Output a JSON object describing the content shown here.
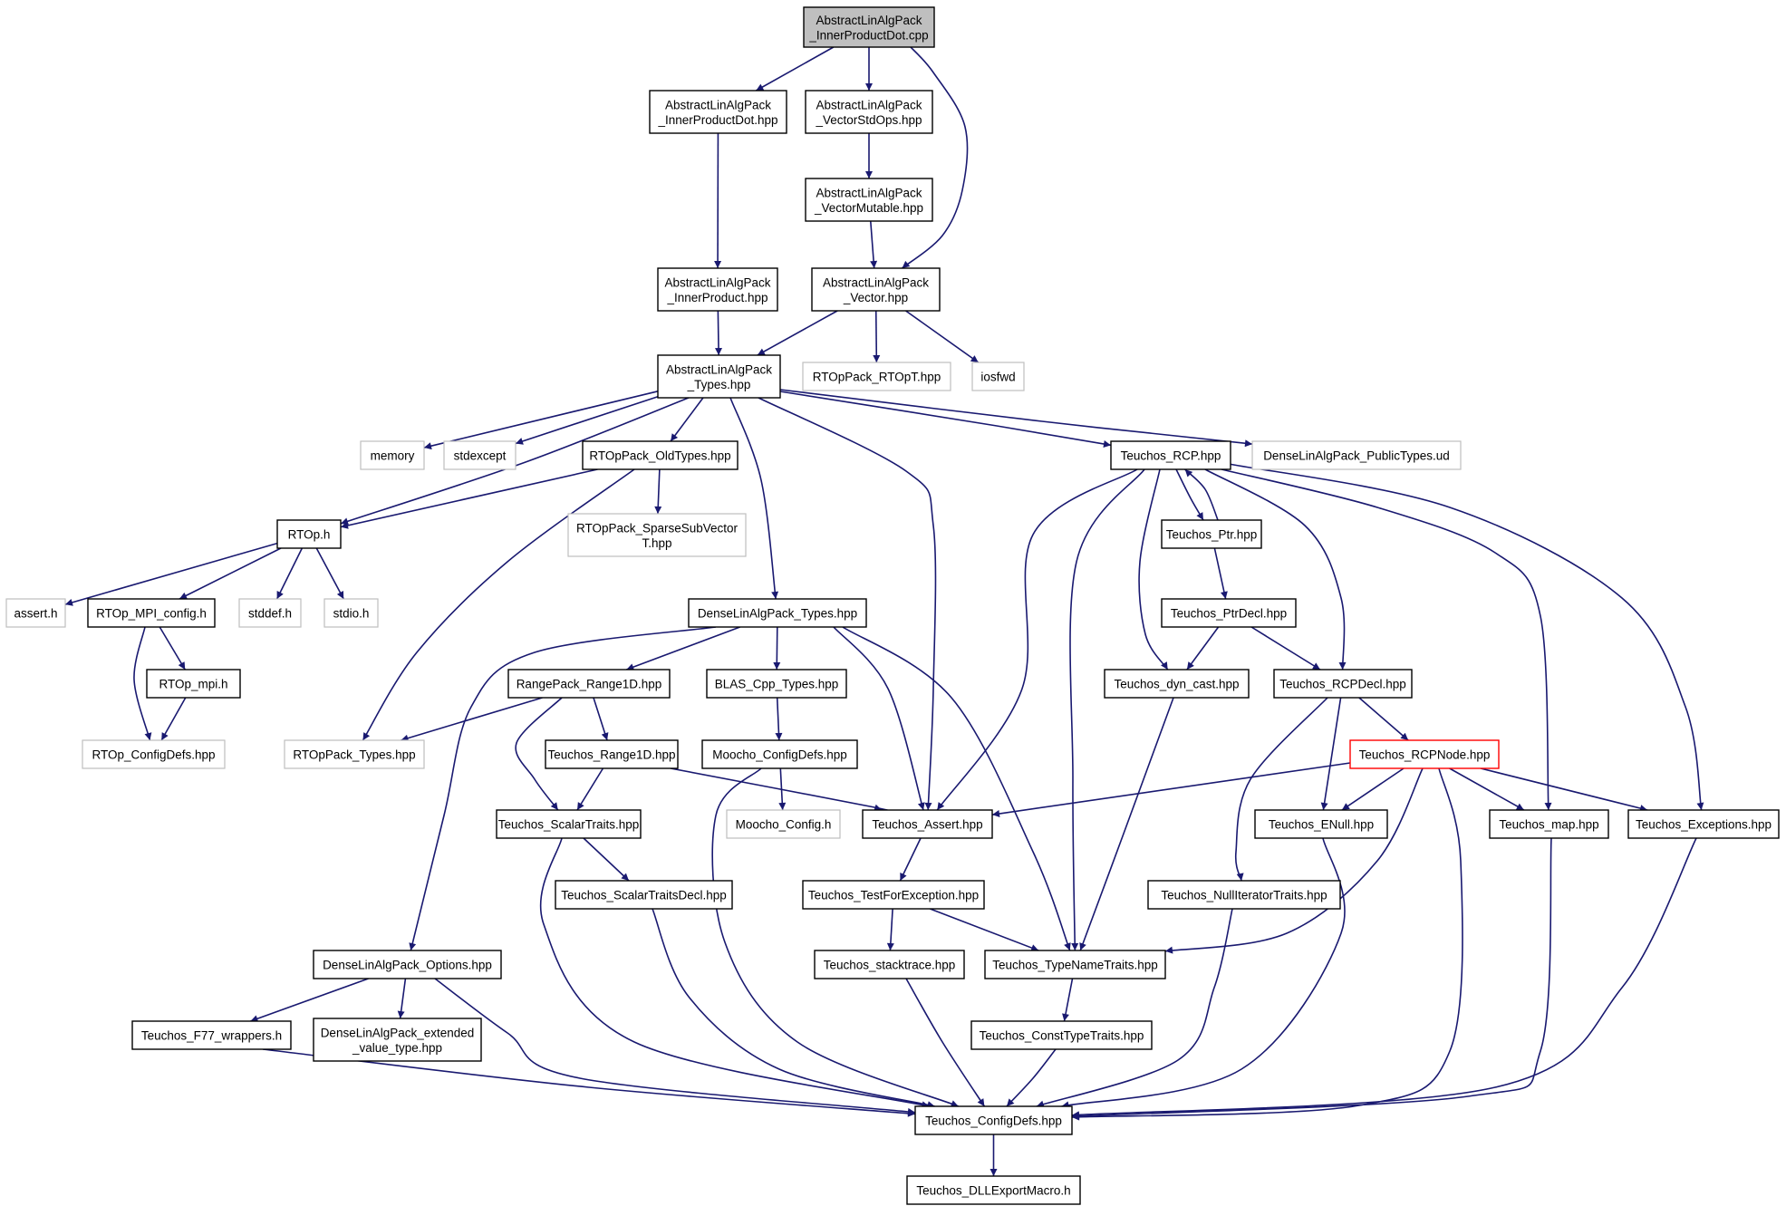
{
  "colors": {
    "edge": "#191970",
    "root_fill": "#bfbfbf",
    "file_border": "#000000",
    "external_border": "#bfbfbf",
    "truncated_border": "#ff0000",
    "text": "#000000"
  },
  "nodes": [
    {
      "id": "root",
      "lines": [
        "AbstractLinAlgPack",
        "_InnerProductDot.cpp"
      ],
      "kind": "root"
    },
    {
      "id": "ipdot_hpp",
      "lines": [
        "AbstractLinAlgPack",
        "_InnerProductDot.hpp"
      ],
      "kind": "file"
    },
    {
      "id": "vstdops",
      "lines": [
        "AbstractLinAlgPack",
        "_VectorStdOps.hpp"
      ],
      "kind": "file"
    },
    {
      "id": "vmutable",
      "lines": [
        "AbstractLinAlgPack",
        "_VectorMutable.hpp"
      ],
      "kind": "file"
    },
    {
      "id": "innerproduct",
      "lines": [
        "AbstractLinAlgPack",
        "_InnerProduct.hpp"
      ],
      "kind": "file"
    },
    {
      "id": "vector",
      "lines": [
        "AbstractLinAlgPack",
        "_Vector.hpp"
      ],
      "kind": "file"
    },
    {
      "id": "types",
      "lines": [
        "AbstractLinAlgPack",
        "_Types.hpp"
      ],
      "kind": "file"
    },
    {
      "id": "rtopt",
      "lines": [
        "RTOpPack_RTOpT.hpp"
      ],
      "kind": "external"
    },
    {
      "id": "iosfwd",
      "lines": [
        "iosfwd"
      ],
      "kind": "external"
    },
    {
      "id": "memory",
      "lines": [
        "memory"
      ],
      "kind": "external"
    },
    {
      "id": "stdexcept",
      "lines": [
        "stdexcept"
      ],
      "kind": "external"
    },
    {
      "id": "oldtypes",
      "lines": [
        "RTOpPack_OldTypes.hpp"
      ],
      "kind": "file"
    },
    {
      "id": "rcp",
      "lines": [
        "Teuchos_RCP.hpp"
      ],
      "kind": "file"
    },
    {
      "id": "dlap_pub",
      "lines": [
        "DenseLinAlgPack_PublicTypes.ud"
      ],
      "kind": "external"
    },
    {
      "id": "rtoph",
      "lines": [
        "RTOp.h"
      ],
      "kind": "file"
    },
    {
      "id": "sparsesub",
      "lines": [
        "RTOpPack_SparseSubVector",
        "T.hpp"
      ],
      "kind": "external"
    },
    {
      "id": "ptr",
      "lines": [
        "Teuchos_Ptr.hpp"
      ],
      "kind": "file"
    },
    {
      "id": "asserth",
      "lines": [
        "assert.h"
      ],
      "kind": "external"
    },
    {
      "id": "mpiconfig",
      "lines": [
        "RTOp_MPI_config.h"
      ],
      "kind": "file"
    },
    {
      "id": "stddef",
      "lines": [
        "stddef.h"
      ],
      "kind": "external"
    },
    {
      "id": "stdio",
      "lines": [
        "stdio.h"
      ],
      "kind": "external"
    },
    {
      "id": "dlap_types",
      "lines": [
        "DenseLinAlgPack_Types.hpp"
      ],
      "kind": "file"
    },
    {
      "id": "ptrdecl",
      "lines": [
        "Teuchos_PtrDecl.hpp"
      ],
      "kind": "file"
    },
    {
      "id": "rtopmpi",
      "lines": [
        "RTOp_mpi.h"
      ],
      "kind": "file"
    },
    {
      "id": "range1d_rp",
      "lines": [
        "RangePack_Range1D.hpp"
      ],
      "kind": "file"
    },
    {
      "id": "blas",
      "lines": [
        "BLAS_Cpp_Types.hpp"
      ],
      "kind": "file"
    },
    {
      "id": "dyncast",
      "lines": [
        "Teuchos_dyn_cast.hpp"
      ],
      "kind": "file"
    },
    {
      "id": "rcpdecl",
      "lines": [
        "Teuchos_RCPDecl.hpp"
      ],
      "kind": "file"
    },
    {
      "id": "rtopconfig",
      "lines": [
        "RTOp_ConfigDefs.hpp"
      ],
      "kind": "external"
    },
    {
      "id": "rtoppack_types",
      "lines": [
        "RTOpPack_Types.hpp"
      ],
      "kind": "external"
    },
    {
      "id": "t_range1d",
      "lines": [
        "Teuchos_Range1D.hpp"
      ],
      "kind": "file"
    },
    {
      "id": "moocho_cfg",
      "lines": [
        "Moocho_ConfigDefs.hpp"
      ],
      "kind": "file"
    },
    {
      "id": "rcpnode",
      "lines": [
        "Teuchos_RCPNode.hpp"
      ],
      "kind": "truncated"
    },
    {
      "id": "scalar",
      "lines": [
        "Teuchos_ScalarTraits.hpp"
      ],
      "kind": "file"
    },
    {
      "id": "moocho_config_h",
      "lines": [
        "Moocho_Config.h"
      ],
      "kind": "external"
    },
    {
      "id": "assert",
      "lines": [
        "Teuchos_Assert.hpp"
      ],
      "kind": "file"
    },
    {
      "id": "enull",
      "lines": [
        "Teuchos_ENull.hpp"
      ],
      "kind": "file"
    },
    {
      "id": "tmap",
      "lines": [
        "Teuchos_map.hpp"
      ],
      "kind": "file"
    },
    {
      "id": "exceptions",
      "lines": [
        "Teuchos_Exceptions.hpp"
      ],
      "kind": "file"
    },
    {
      "id": "scalardecl",
      "lines": [
        "Teuchos_ScalarTraitsDecl.hpp"
      ],
      "kind": "file"
    },
    {
      "id": "testforexc",
      "lines": [
        "Teuchos_TestForException.hpp"
      ],
      "kind": "file"
    },
    {
      "id": "nulliter",
      "lines": [
        "Teuchos_NullIteratorTraits.hpp"
      ],
      "kind": "file"
    },
    {
      "id": "dlap_opts",
      "lines": [
        "DenseLinAlgPack_Options.hpp"
      ],
      "kind": "file"
    },
    {
      "id": "stacktrace",
      "lines": [
        "Teuchos_stacktrace.hpp"
      ],
      "kind": "file"
    },
    {
      "id": "typename",
      "lines": [
        "Teuchos_TypeNameTraits.hpp"
      ],
      "kind": "file"
    },
    {
      "id": "f77",
      "lines": [
        "Teuchos_F77_wrappers.h"
      ],
      "kind": "file"
    },
    {
      "id": "extended",
      "lines": [
        "DenseLinAlgPack_extended",
        "_value_type.hpp"
      ],
      "kind": "file"
    },
    {
      "id": "consttype",
      "lines": [
        "Teuchos_ConstTypeTraits.hpp"
      ],
      "kind": "file"
    },
    {
      "id": "configdefs",
      "lines": [
        "Teuchos_ConfigDefs.hpp"
      ],
      "kind": "file"
    },
    {
      "id": "dllexport",
      "lines": [
        "Teuchos_DLLExportMacro.h"
      ],
      "kind": "file"
    }
  ],
  "edges": [
    [
      "root",
      "ipdot_hpp"
    ],
    [
      "root",
      "vstdops"
    ],
    [
      "root",
      "vector"
    ],
    [
      "ipdot_hpp",
      "innerproduct"
    ],
    [
      "vstdops",
      "vmutable"
    ],
    [
      "vmutable",
      "vector"
    ],
    [
      "innerproduct",
      "types"
    ],
    [
      "vector",
      "types"
    ],
    [
      "vector",
      "rtopt"
    ],
    [
      "vector",
      "iosfwd"
    ],
    [
      "types",
      "memory"
    ],
    [
      "types",
      "stdexcept"
    ],
    [
      "types",
      "oldtypes"
    ],
    [
      "types",
      "rtoph"
    ],
    [
      "types",
      "dlap_types"
    ],
    [
      "types",
      "assert"
    ],
    [
      "types",
      "rcp"
    ],
    [
      "types",
      "dlap_pub"
    ],
    [
      "oldtypes",
      "rtoph"
    ],
    [
      "oldtypes",
      "sparsesub"
    ],
    [
      "oldtypes",
      "rtoppack_types"
    ],
    [
      "rtoph",
      "asserth"
    ],
    [
      "rtoph",
      "mpiconfig"
    ],
    [
      "rtoph",
      "stddef"
    ],
    [
      "rtoph",
      "stdio"
    ],
    [
      "mpiconfig",
      "rtopmpi"
    ],
    [
      "mpiconfig",
      "rtopconfig"
    ],
    [
      "rtopmpi",
      "rtopconfig"
    ],
    [
      "rcp",
      "ptr"
    ],
    [
      "ptr",
      "rcp"
    ],
    [
      "rcp",
      "assert"
    ],
    [
      "rcp",
      "typename"
    ],
    [
      "rcp",
      "dyncast"
    ],
    [
      "rcp",
      "rcpdecl"
    ],
    [
      "rcp",
      "tmap"
    ],
    [
      "rcp",
      "exceptions"
    ],
    [
      "ptr",
      "ptrdecl"
    ],
    [
      "ptrdecl",
      "dyncast"
    ],
    [
      "ptrdecl",
      "rcpdecl"
    ],
    [
      "dyncast",
      "typename"
    ],
    [
      "rcpdecl",
      "rcpnode"
    ],
    [
      "rcpdecl",
      "enull"
    ],
    [
      "rcpdecl",
      "nulliter"
    ],
    [
      "rcpnode",
      "assert"
    ],
    [
      "rcpnode",
      "enull"
    ],
    [
      "rcpnode",
      "tmap"
    ],
    [
      "rcpnode",
      "exceptions"
    ],
    [
      "rcpnode",
      "typename"
    ],
    [
      "rcpnode",
      "configdefs"
    ],
    [
      "dlap_types",
      "range1d_rp"
    ],
    [
      "dlap_types",
      "blas"
    ],
    [
      "dlap_types",
      "assert"
    ],
    [
      "dlap_types",
      "typename"
    ],
    [
      "dlap_types",
      "dlap_opts"
    ],
    [
      "range1d_rp",
      "rtoppack_types"
    ],
    [
      "range1d_rp",
      "t_range1d"
    ],
    [
      "range1d_rp",
      "scalar"
    ],
    [
      "t_range1d",
      "scalar"
    ],
    [
      "t_range1d",
      "assert"
    ],
    [
      "blas",
      "moocho_cfg"
    ],
    [
      "moocho_cfg",
      "moocho_config_h"
    ],
    [
      "moocho_cfg",
      "configdefs"
    ],
    [
      "scalar",
      "scalardecl"
    ],
    [
      "scalar",
      "configdefs"
    ],
    [
      "scalardecl",
      "configdefs"
    ],
    [
      "assert",
      "testforexc"
    ],
    [
      "testforexc",
      "stacktrace"
    ],
    [
      "testforexc",
      "typename"
    ],
    [
      "stacktrace",
      "configdefs"
    ],
    [
      "typename",
      "consttype"
    ],
    [
      "consttype",
      "configdefs"
    ],
    [
      "enull",
      "configdefs"
    ],
    [
      "nulliter",
      "configdefs"
    ],
    [
      "tmap",
      "configdefs"
    ],
    [
      "exceptions",
      "configdefs"
    ],
    [
      "dlap_opts",
      "f77"
    ],
    [
      "dlap_opts",
      "extended"
    ],
    [
      "dlap_opts",
      "configdefs"
    ],
    [
      "f77",
      "configdefs"
    ],
    [
      "configdefs",
      "dllexport"
    ]
  ]
}
